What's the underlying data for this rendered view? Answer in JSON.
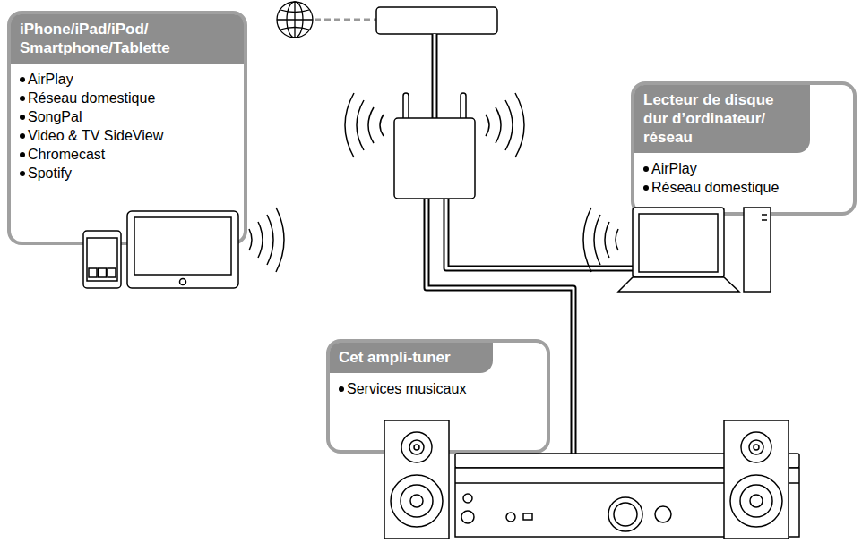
{
  "diagram": {
    "nodes": [
      {
        "text": [
          "iPhone/iPad/iPod/ Smartphone/Tablette",
          "AirPlay",
          "Réseau domestique",
          "SongPal",
          "Video & TV SideView",
          "Chromecast",
          "Spotify"
        ]
      },
      {
        "text": [
          "Lecteur de disque dur d’ordinateur/ réseau",
          "AirPlay",
          "Réseau domestique"
        ]
      },
      {
        "text": [
          "Cet ampli-tuner",
          "Services musicaux"
        ]
      }
    ]
  }
}
